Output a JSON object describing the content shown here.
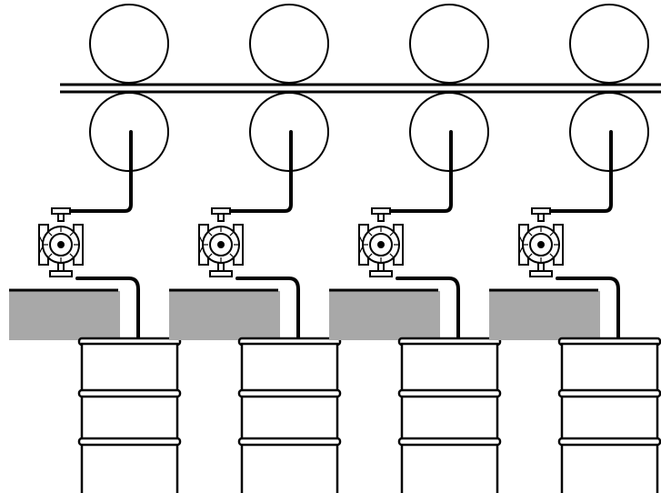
{
  "scene": {
    "station_count": 4,
    "conveyor": {
      "rail_count": 2
    },
    "stations": [
      {
        "id": "station-1",
        "upper_roller": true,
        "lower_roller": true,
        "pump": true,
        "base": true,
        "drum": true
      },
      {
        "id": "station-2",
        "upper_roller": true,
        "lower_roller": true,
        "pump": true,
        "base": true,
        "drum": true
      },
      {
        "id": "station-3",
        "upper_roller": true,
        "lower_roller": true,
        "pump": true,
        "base": true,
        "drum": true
      },
      {
        "id": "station-4",
        "upper_roller": true,
        "lower_roller": true,
        "pump": true,
        "base": true,
        "drum": true
      }
    ],
    "icons": {
      "roller": "circle-outline",
      "pump": "diaphragm-pump",
      "drum": "steel-drum",
      "base": "gray-platform"
    },
    "colors": {
      "line": "#000000",
      "base": "#a8a8a8",
      "background": "#ffffff"
    }
  }
}
